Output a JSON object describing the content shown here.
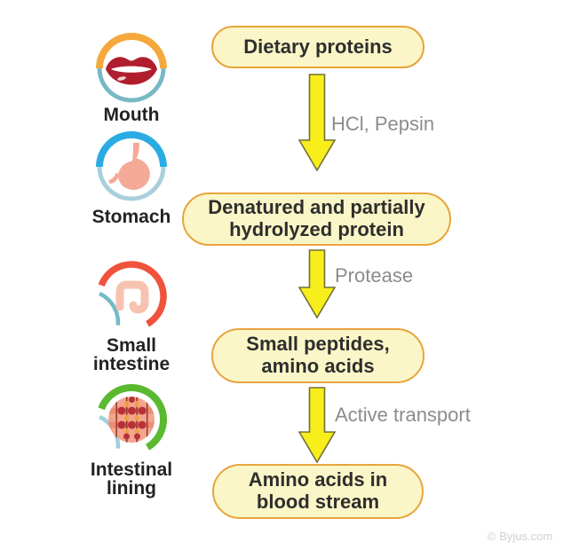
{
  "organs": [
    {
      "icon": "mouth-icon",
      "label": "Mouth"
    },
    {
      "icon": "stomach-icon",
      "label": "Stomach"
    },
    {
      "icon": "small-intestine-icon",
      "label": "Small intestine"
    },
    {
      "icon": "intestinal-lining-icon",
      "label": "Intestinal lining"
    }
  ],
  "flow": {
    "boxes": [
      {
        "label": "Dietary proteins"
      },
      {
        "label": "Denatured and partially hydrolyzed protein"
      },
      {
        "label": "Small peptides, amino acids"
      },
      {
        "label": "Amino acids in blood stream"
      }
    ],
    "arrows": [
      {
        "label": "HCl, Pepsin"
      },
      {
        "label": "Protease"
      },
      {
        "label": "Active transport"
      }
    ]
  },
  "watermark": "© Byjus.com",
  "colors": {
    "box_fill": "#FBF6C7",
    "box_border": "#E8A43B",
    "box_text": "#2E2E2E",
    "arrow_fill": "#F8EE1C",
    "arrow_outline": "#707038",
    "arrow_label_text": "#8C8C8C",
    "organ_label_text": "#222222",
    "mouth_arc_top": "#F5A83C",
    "mouth_arc_bottom": "#79B8C6",
    "lips": "#B01E2E",
    "stomach_arc_top": "#2AACE3",
    "stomach_arc_bottom": "#A8CFDC",
    "stomach_organ": "#F5A997",
    "small_intestine_arc_main": "#F0523C",
    "small_intestine_arc_secondary": "#74BAC7",
    "small_intestine_organ": "#F8C2B0",
    "intestinal_lining_arc_main": "#5BB930",
    "intestinal_lining_arc_secondary": "#9FD0DD",
    "intestinal_lining_tissue": "#F4A58F",
    "intestinal_lining_cells": "#B93038",
    "watermark_text": "#CFCFCF"
  }
}
